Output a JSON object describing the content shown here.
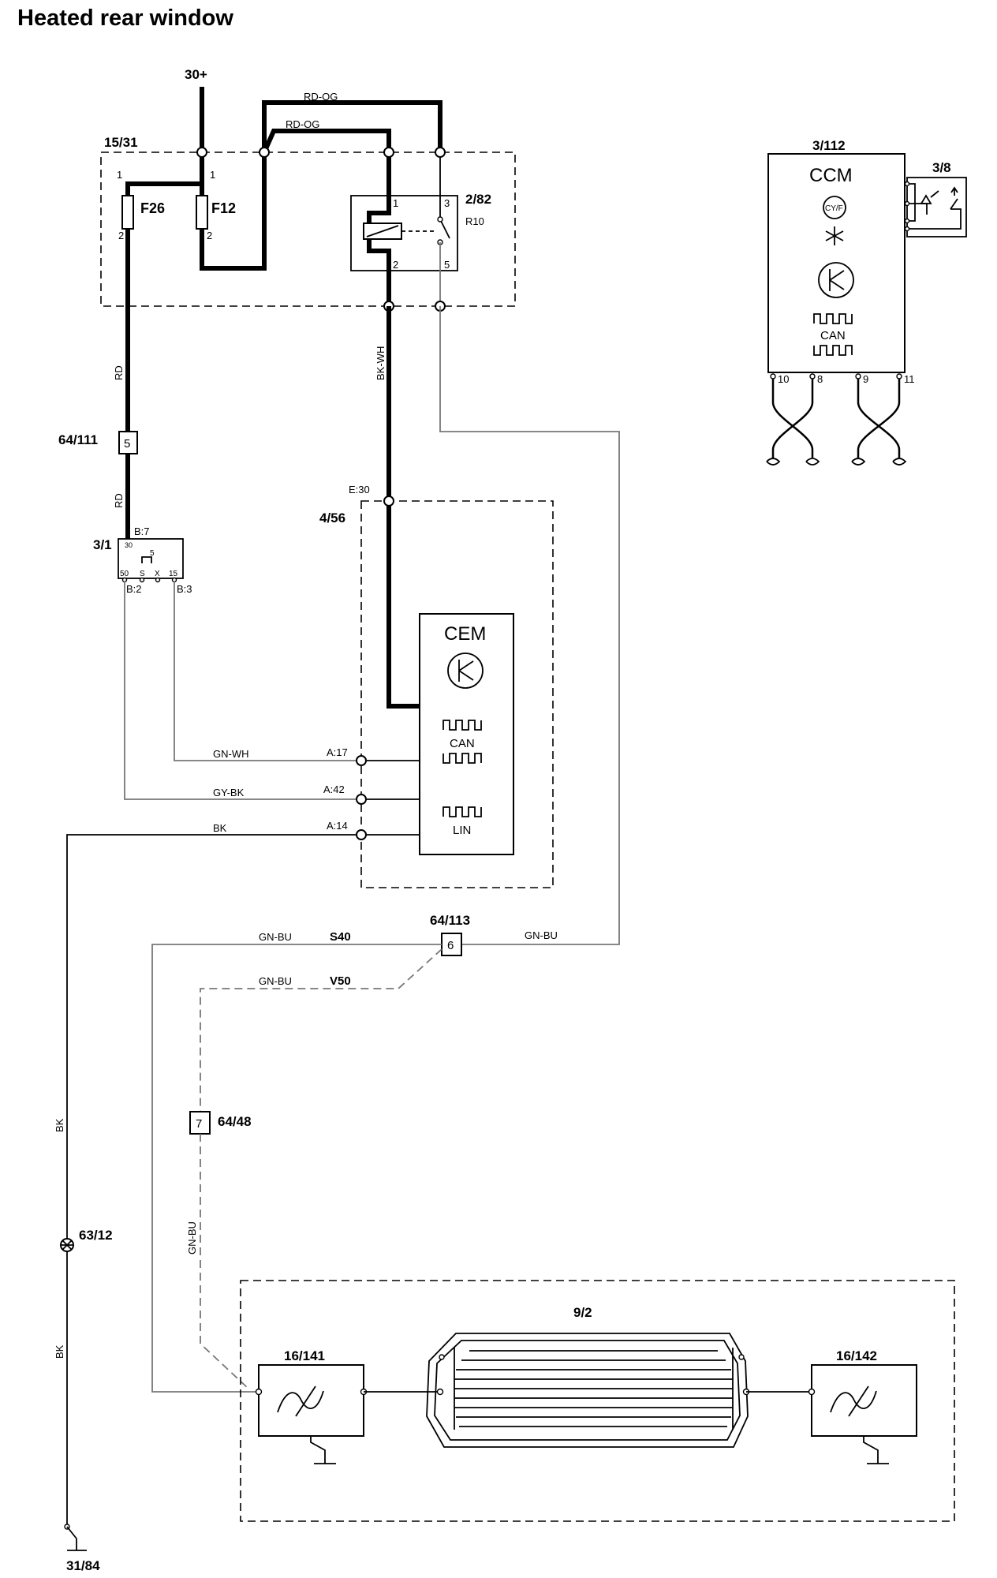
{
  "title": "Heated rear window",
  "supply": {
    "label": "30+"
  },
  "components": {
    "fuse_box": {
      "id": "15/31"
    },
    "fuse_f26": {
      "label": "F26",
      "pin_top": "1",
      "pin_bottom": "2"
    },
    "fuse_f12": {
      "label": "F12",
      "pin_top": "1",
      "pin_bottom": "2"
    },
    "relay": {
      "id": "2/82",
      "name": "R10",
      "pins": [
        "1",
        "3",
        "2",
        "5"
      ]
    },
    "connector_64_111": {
      "id": "64/111",
      "pin": "5"
    },
    "ignition_switch": {
      "id": "3/1",
      "pin_labels": [
        "30",
        "5",
        "50",
        "S",
        "X",
        "15"
      ],
      "terminals": [
        "B:7",
        "B:2",
        "B:3"
      ]
    },
    "cem_box": {
      "id": "4/56",
      "module": "CEM",
      "power_pin": "E:30",
      "bus_labels": [
        "CAN",
        "LIN"
      ],
      "pins": [
        "A:17",
        "A:42",
        "A:14"
      ]
    },
    "connector_64_113": {
      "id": "64/113",
      "pin": "6"
    },
    "connector_64_48": {
      "id": "64/48",
      "pin": "7"
    },
    "ground_point_63_12": {
      "id": "63/12"
    },
    "ground_31_84": {
      "id": "31/84"
    },
    "ccm": {
      "id": "3/112",
      "module": "CCM",
      "badge": "CY/F",
      "bus_label": "CAN",
      "pins": [
        "10",
        "8",
        "9",
        "11"
      ]
    },
    "panel_3_8": {
      "id": "3/8"
    },
    "rear_window": {
      "id": "9/2"
    },
    "filter_left": {
      "id": "16/141"
    },
    "filter_right": {
      "id": "16/142"
    }
  },
  "wires": {
    "rd_og_upper": "RD-OG",
    "rd_og_lower": "RD-OG",
    "rd_1": "RD",
    "rd_2": "RD",
    "bk_wh": "BK-WH",
    "gn_wh": "GN-WH",
    "gy_bk": "GY-BK",
    "bk_top": "BK",
    "gn_bu_s40": "GN-BU",
    "gn_bu_right": "GN-BU",
    "gn_bu_v50": "GN-BU",
    "gn_bu_vertical": "GN-BU",
    "bk_vertical_1": "BK",
    "bk_vertical_2": "BK"
  },
  "variants": {
    "s40": "S40",
    "v50": "V50"
  }
}
